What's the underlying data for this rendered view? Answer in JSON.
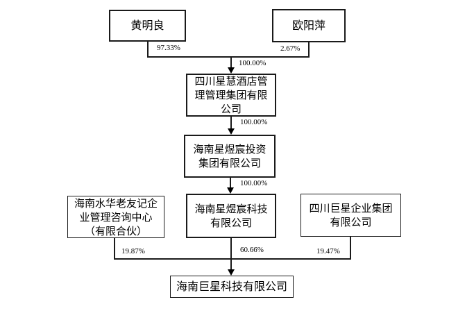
{
  "diagram": {
    "type": "ownership-structure-chart",
    "nodes": {
      "huang_mingliang": "黄明良",
      "ouyang_ping": "欧阳萍",
      "sichuan_xinghui": "四川星慧酒店管理管理集团有限公司",
      "hainan_xingyuchen_investment": "海南星煜宸投资集团有限公司",
      "hainan_shuihua": "海南水华老友记企业管理咨询中心（有限合伙）",
      "hainan_xingyuchen_tech": "海南星煜宸科技有限公司",
      "sichuan_juxing": "四川巨星企业集团有限公司",
      "hainan_juxing": "海南巨星科技有限公司"
    },
    "percentages": {
      "huang_share": "97.33%",
      "ouyang_share": "2.67%",
      "merge_to_xinghui": "100.00%",
      "xinghui_to_investment": "100.00%",
      "investment_to_tech": "100.00%",
      "shuihua_share": "19.87%",
      "tech_share": "60.66%",
      "sichuan_juxing_share": "19.47%"
    },
    "colors": {
      "line": "#1a1a1a",
      "background": "#ffffff",
      "text": "#000000"
    }
  }
}
